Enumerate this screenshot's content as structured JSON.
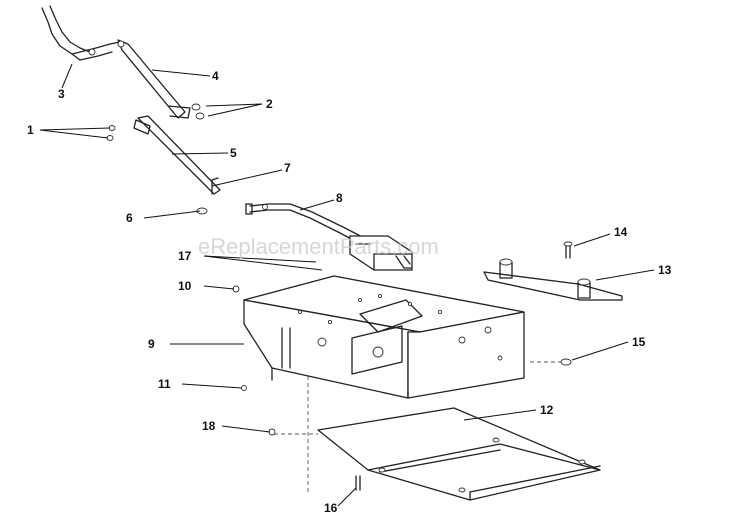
{
  "watermark": "eReplacementParts.com",
  "callouts": {
    "c1": "1",
    "c2": "2",
    "c3": "3",
    "c4": "4",
    "c5": "5",
    "c6": "6",
    "c7": "7",
    "c8": "8",
    "c9": "9",
    "c10": "10",
    "c11": "11",
    "c12": "12",
    "c13": "13",
    "c14": "14",
    "c15": "15",
    "c16": "16",
    "c17": "17",
    "c18": "18"
  }
}
